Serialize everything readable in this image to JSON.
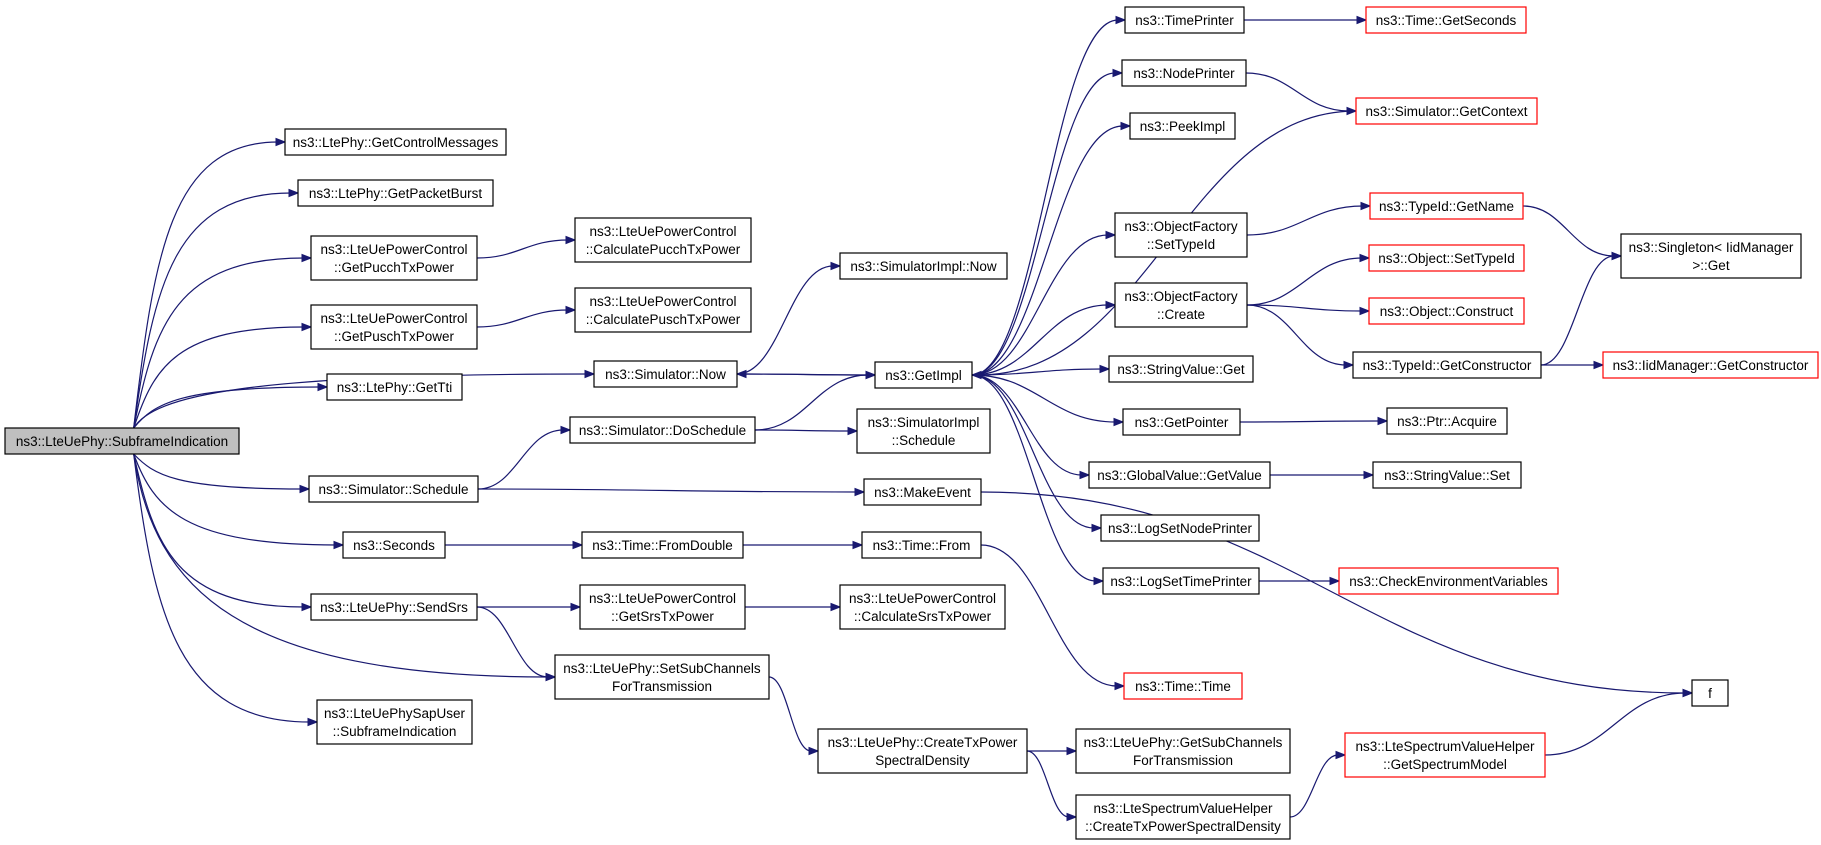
{
  "graph": {
    "colors": {
      "edge": "#191970",
      "node_border": "#000000",
      "truncated_border": "#ff0000",
      "root_fill": "#bfbfbf"
    },
    "nodes": [
      {
        "id": "n0",
        "lines": [
          "ns3::LteUePhy::SubframeIndication"
        ],
        "kind": "root"
      },
      {
        "id": "n1",
        "lines": [
          "ns3::LtePhy::GetControlMessages"
        ]
      },
      {
        "id": "n2",
        "lines": [
          "ns3::LtePhy::GetPacketBurst"
        ]
      },
      {
        "id": "n3",
        "lines": [
          "ns3::LteUePowerControl",
          "::GetPucchTxPower"
        ]
      },
      {
        "id": "n4",
        "lines": [
          "ns3::LteUePowerControl",
          "::GetPuschTxPower"
        ]
      },
      {
        "id": "n5",
        "lines": [
          "ns3::LtePhy::GetTti"
        ]
      },
      {
        "id": "n6",
        "lines": [
          "ns3::Simulator::Now"
        ]
      },
      {
        "id": "n7",
        "lines": [
          "ns3::Simulator::Schedule"
        ]
      },
      {
        "id": "n8",
        "lines": [
          "ns3::Seconds"
        ]
      },
      {
        "id": "n9",
        "lines": [
          "ns3::LteUePhy::SendSrs"
        ]
      },
      {
        "id": "n10",
        "lines": [
          "ns3::LteUePhy::SetSubChannels",
          "ForTransmission"
        ]
      },
      {
        "id": "n11",
        "lines": [
          "ns3::LteUePhySapUser",
          "::SubframeIndication"
        ]
      },
      {
        "id": "n12",
        "lines": [
          "ns3::LteUePowerControl",
          "::CalculatePucchTxPower"
        ]
      },
      {
        "id": "n13",
        "lines": [
          "ns3::LteUePowerControl",
          "::CalculatePuschTxPower"
        ]
      },
      {
        "id": "n14",
        "lines": [
          "ns3::SimulatorImpl::Now"
        ]
      },
      {
        "id": "n15",
        "lines": [
          "ns3::GetImpl"
        ]
      },
      {
        "id": "n16",
        "lines": [
          "ns3::Simulator::DoSchedule"
        ]
      },
      {
        "id": "n17",
        "lines": [
          "ns3::SimulatorImpl",
          "::Schedule"
        ]
      },
      {
        "id": "n18",
        "lines": [
          "ns3::MakeEvent"
        ]
      },
      {
        "id": "n19",
        "lines": [
          "ns3::Time::FromDouble"
        ]
      },
      {
        "id": "n20",
        "lines": [
          "ns3::Time::From"
        ]
      },
      {
        "id": "n21",
        "lines": [
          "ns3::LteUePowerControl",
          "::GetSrsTxPower"
        ]
      },
      {
        "id": "n22",
        "lines": [
          "ns3::LteUePowerControl",
          "::CalculateSrsTxPower"
        ]
      },
      {
        "id": "n23",
        "lines": [
          "ns3::LteUePhy::CreateTxPower",
          "SpectralDensity"
        ]
      },
      {
        "id": "n24",
        "lines": [
          "ns3::TimePrinter"
        ]
      },
      {
        "id": "n25",
        "lines": [
          "ns3::NodePrinter"
        ]
      },
      {
        "id": "n26",
        "lines": [
          "ns3::PeekImpl"
        ]
      },
      {
        "id": "n27",
        "lines": [
          "ns3::ObjectFactory",
          "::SetTypeId"
        ]
      },
      {
        "id": "n28",
        "lines": [
          "ns3::ObjectFactory",
          "::Create"
        ]
      },
      {
        "id": "n29",
        "lines": [
          "ns3::StringValue::Get"
        ]
      },
      {
        "id": "n30",
        "lines": [
          "ns3::GetPointer"
        ]
      },
      {
        "id": "n31",
        "lines": [
          "ns3::GlobalValue::GetValue"
        ]
      },
      {
        "id": "n32",
        "lines": [
          "ns3::LogSetNodePrinter"
        ]
      },
      {
        "id": "n33",
        "lines": [
          "ns3::LogSetTimePrinter"
        ]
      },
      {
        "id": "n34",
        "lines": [
          "ns3::Time::Time"
        ],
        "kind": "truncated"
      },
      {
        "id": "n35",
        "lines": [
          "ns3::LteUePhy::GetSubChannels",
          "ForTransmission"
        ]
      },
      {
        "id": "n36",
        "lines": [
          "ns3::LteSpectrumValueHelper",
          "::CreateTxPowerSpectralDensity"
        ]
      },
      {
        "id": "n37",
        "lines": [
          "ns3::Time::GetSeconds"
        ],
        "kind": "truncated"
      },
      {
        "id": "n38",
        "lines": [
          "ns3::Simulator::GetContext"
        ],
        "kind": "truncated"
      },
      {
        "id": "n39",
        "lines": [
          "ns3::TypeId::GetName"
        ],
        "kind": "truncated"
      },
      {
        "id": "n40",
        "lines": [
          "ns3::Object::SetTypeId"
        ],
        "kind": "truncated"
      },
      {
        "id": "n41",
        "lines": [
          "ns3::Object::Construct"
        ],
        "kind": "truncated"
      },
      {
        "id": "n42",
        "lines": [
          "ns3::TypeId::GetConstructor"
        ]
      },
      {
        "id": "n43",
        "lines": [
          "ns3::Ptr::Acquire"
        ]
      },
      {
        "id": "n44",
        "lines": [
          "ns3::StringValue::Set"
        ]
      },
      {
        "id": "n45",
        "lines": [
          "ns3::CheckEnvironmentVariables"
        ],
        "kind": "truncated"
      },
      {
        "id": "n46",
        "lines": [
          "ns3::LteSpectrumValueHelper",
          "::GetSpectrumModel"
        ],
        "kind": "truncated"
      },
      {
        "id": "n47",
        "lines": [
          "ns3::Singleton< IidManager",
          ">::Get"
        ]
      },
      {
        "id": "n48",
        "lines": [
          "ns3::IidManager::GetConstructor"
        ],
        "kind": "truncated"
      },
      {
        "id": "n49",
        "lines": [
          "f"
        ]
      }
    ],
    "edges": [
      [
        "n0",
        "n1"
      ],
      [
        "n0",
        "n2"
      ],
      [
        "n0",
        "n3"
      ],
      [
        "n0",
        "n4"
      ],
      [
        "n0",
        "n5"
      ],
      [
        "n0",
        "n6"
      ],
      [
        "n0",
        "n7"
      ],
      [
        "n0",
        "n8"
      ],
      [
        "n0",
        "n9"
      ],
      [
        "n0",
        "n10"
      ],
      [
        "n0",
        "n11"
      ],
      [
        "n3",
        "n12"
      ],
      [
        "n4",
        "n13"
      ],
      [
        "n6",
        "n14"
      ],
      [
        "n6",
        "n15"
      ],
      [
        "n7",
        "n16"
      ],
      [
        "n7",
        "n18"
      ],
      [
        "n16",
        "n15"
      ],
      [
        "n16",
        "n17"
      ],
      [
        "n8",
        "n19"
      ],
      [
        "n19",
        "n20"
      ],
      [
        "n20",
        "n34"
      ],
      [
        "n9",
        "n21"
      ],
      [
        "n9",
        "n10"
      ],
      [
        "n21",
        "n22"
      ],
      [
        "n10",
        "n23"
      ],
      [
        "n23",
        "n35"
      ],
      [
        "n23",
        "n36"
      ],
      [
        "n36",
        "n46"
      ],
      [
        "n46",
        "n49"
      ],
      [
        "n18",
        "n49"
      ],
      [
        "n15",
        "n6"
      ],
      [
        "n15",
        "n24"
      ],
      [
        "n15",
        "n25"
      ],
      [
        "n15",
        "n26"
      ],
      [
        "n15",
        "n27"
      ],
      [
        "n15",
        "n28"
      ],
      [
        "n15",
        "n29"
      ],
      [
        "n15",
        "n30"
      ],
      [
        "n15",
        "n31"
      ],
      [
        "n15",
        "n32"
      ],
      [
        "n15",
        "n33"
      ],
      [
        "n38",
        "n15"
      ],
      [
        "n24",
        "n37"
      ],
      [
        "n25",
        "n38"
      ],
      [
        "n27",
        "n39"
      ],
      [
        "n39",
        "n47"
      ],
      [
        "n28",
        "n40"
      ],
      [
        "n28",
        "n41"
      ],
      [
        "n28",
        "n42"
      ],
      [
        "n42",
        "n47"
      ],
      [
        "n42",
        "n48"
      ],
      [
        "n30",
        "n43"
      ],
      [
        "n31",
        "n44"
      ],
      [
        "n33",
        "n45"
      ]
    ]
  }
}
